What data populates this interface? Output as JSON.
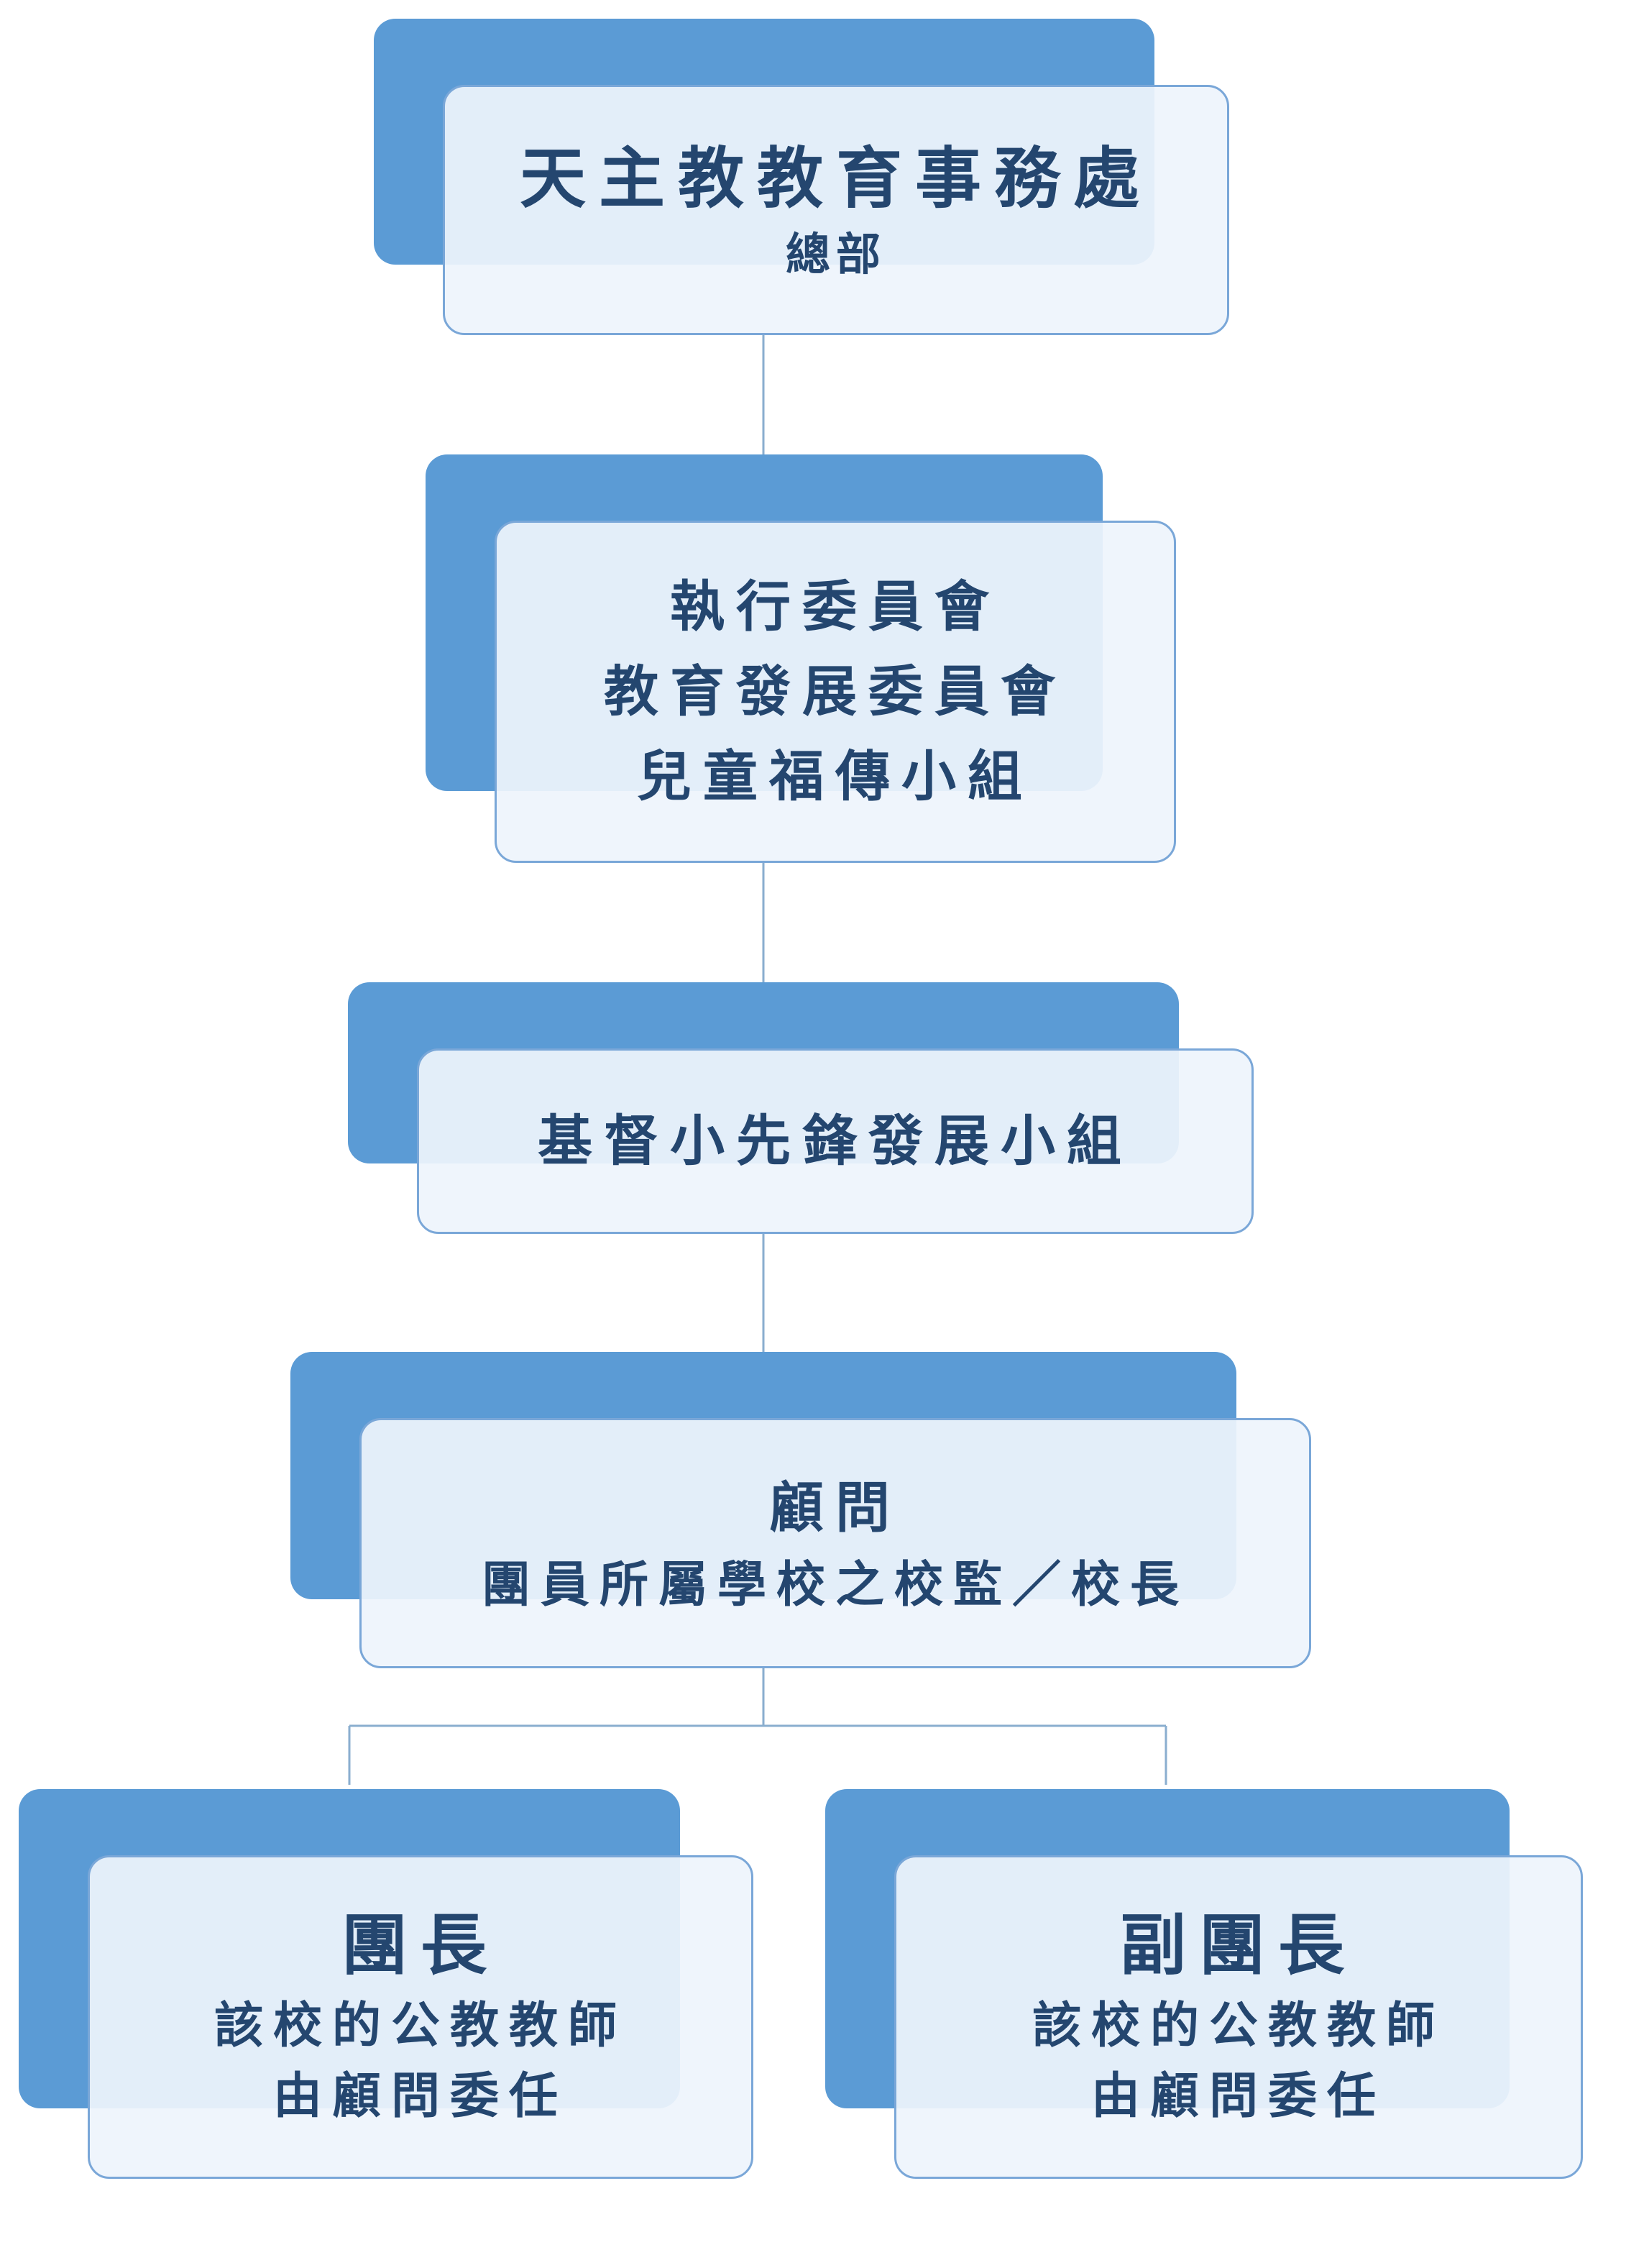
{
  "nodes": {
    "headquarters": {
      "title": "天主教教育事務處",
      "subtitle": "總部"
    },
    "committees": {
      "lines": [
        "執行委員會",
        "教育發展委員會",
        "兒童福傳小組"
      ]
    },
    "pioneer_group": {
      "title": "基督小先鋒發展小組"
    },
    "advisor": {
      "title": "顧問",
      "subtitle": "團員所屬學校之校監／校長"
    },
    "leader": {
      "title": "團長",
      "lines": [
        "該校的公教教師",
        "由顧問委任"
      ]
    },
    "deputy_leader": {
      "title": "副團長",
      "lines": [
        "該校的公教教師",
        "由顧問委任"
      ]
    }
  },
  "colors": {
    "back_block": "#5b9bd5",
    "card_fill": "#eef4fc",
    "card_border": "#7aa7d8",
    "text": "#24466f",
    "line": "#8aaecf"
  }
}
